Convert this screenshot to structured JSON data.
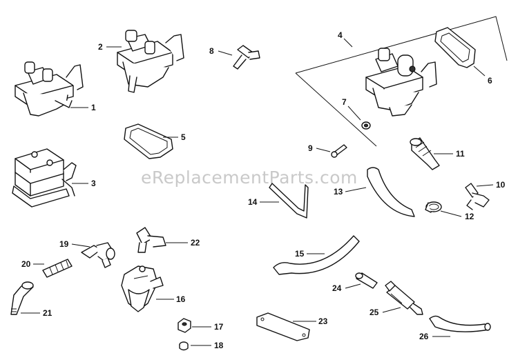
{
  "watermark": "eReplacementParts.com",
  "callouts": [
    {
      "id": "1",
      "label": "1"
    },
    {
      "id": "2",
      "label": "2"
    },
    {
      "id": "3",
      "label": "3"
    },
    {
      "id": "4",
      "label": "4"
    },
    {
      "id": "5",
      "label": "5"
    },
    {
      "id": "6",
      "label": "6"
    },
    {
      "id": "7",
      "label": "7"
    },
    {
      "id": "8",
      "label": "8"
    },
    {
      "id": "9",
      "label": "9"
    },
    {
      "id": "10",
      "label": "10"
    },
    {
      "id": "11",
      "label": "11"
    },
    {
      "id": "12",
      "label": "12"
    },
    {
      "id": "13",
      "label": "13"
    },
    {
      "id": "14",
      "label": "14"
    },
    {
      "id": "15",
      "label": "15"
    },
    {
      "id": "16",
      "label": "16"
    },
    {
      "id": "17",
      "label": "17"
    },
    {
      "id": "18",
      "label": "18"
    },
    {
      "id": "19",
      "label": "19"
    },
    {
      "id": "20",
      "label": "20"
    },
    {
      "id": "21",
      "label": "21"
    },
    {
      "id": "22",
      "label": "22"
    },
    {
      "id": "23",
      "label": "23"
    },
    {
      "id": "24",
      "label": "24"
    },
    {
      "id": "25",
      "label": "25"
    },
    {
      "id": "26",
      "label": "26"
    }
  ]
}
